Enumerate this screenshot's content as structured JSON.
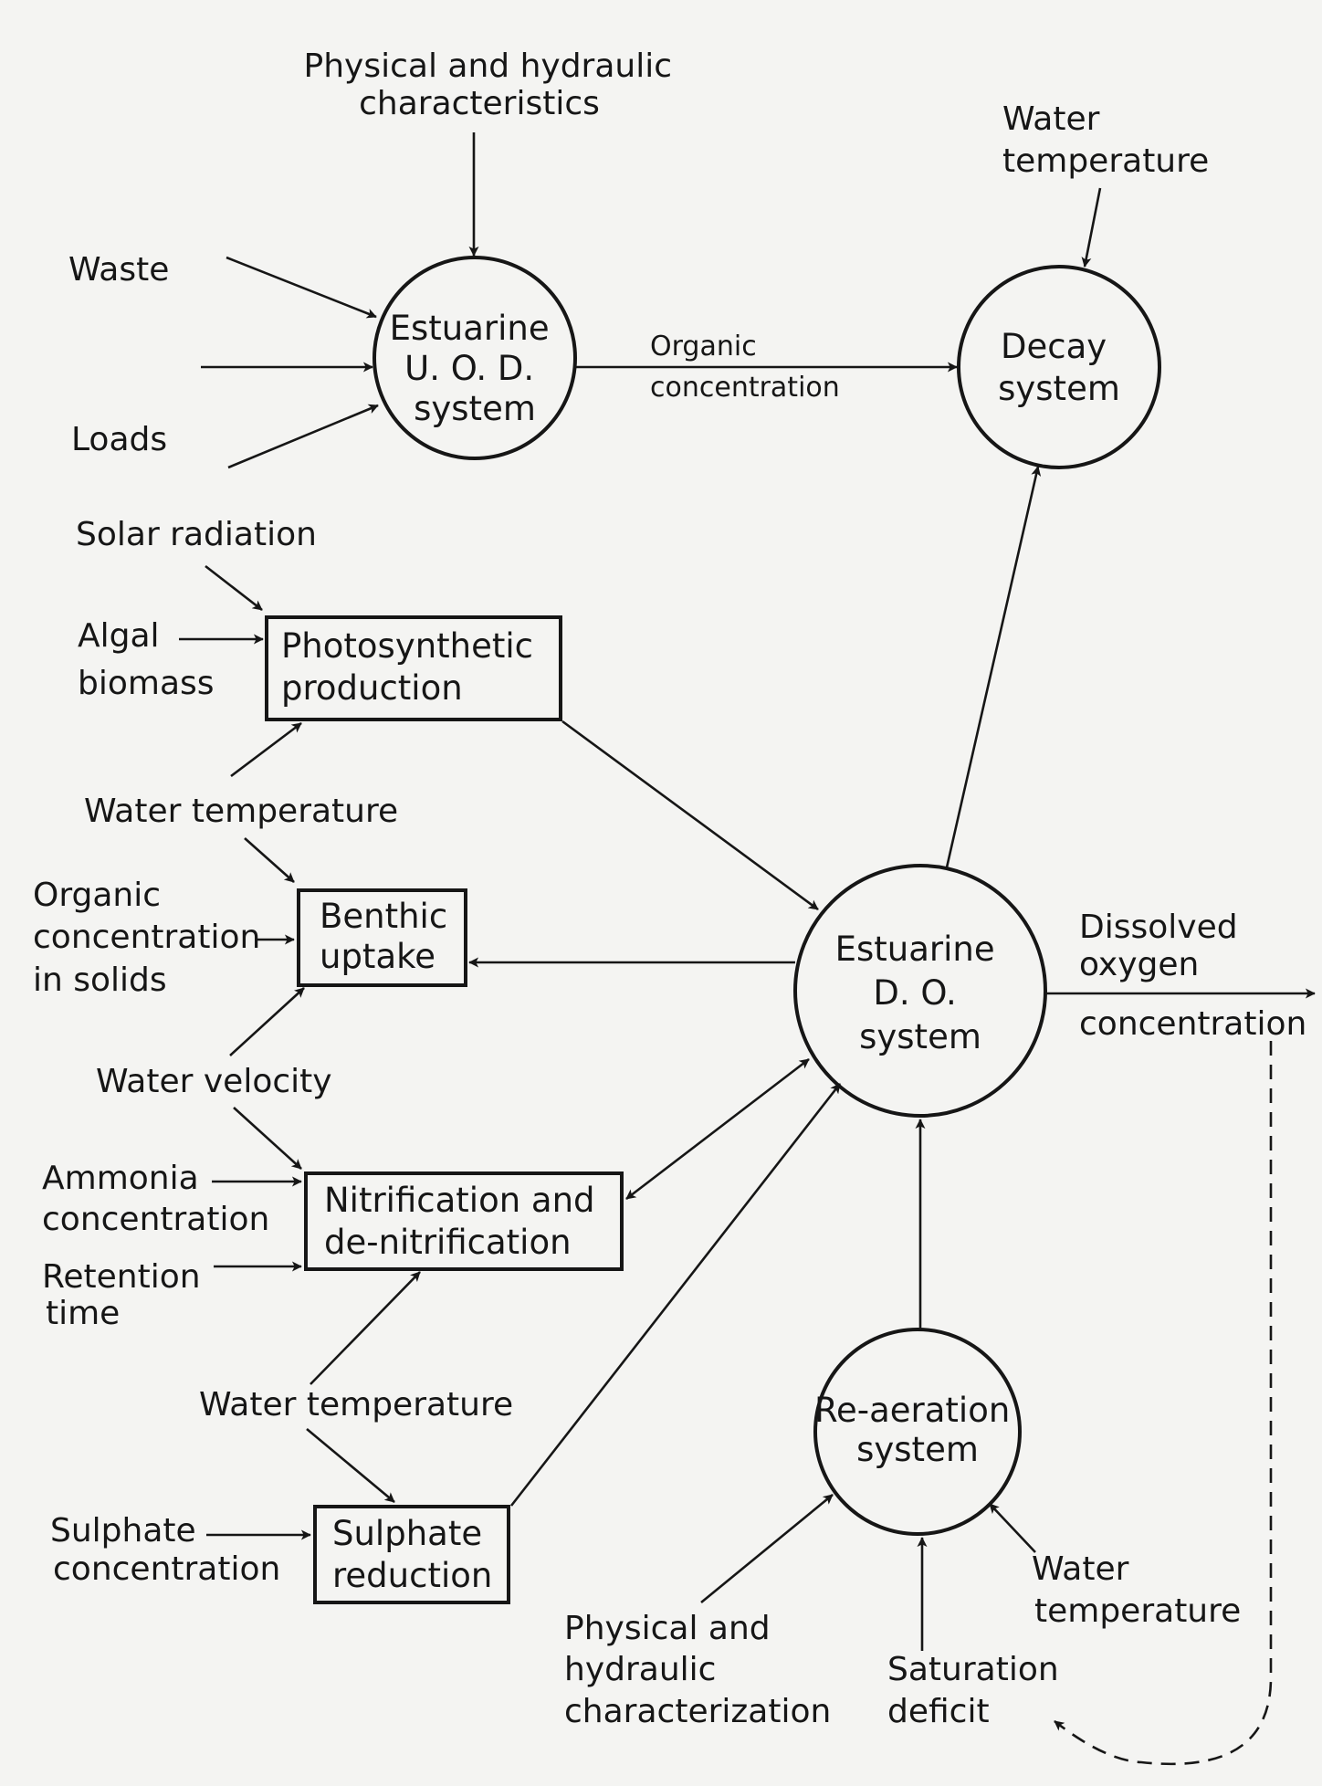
{
  "nodes": {
    "uod": [
      "Estuarine",
      "U. O. D.",
      "system"
    ],
    "decay": [
      "Decay",
      "system"
    ],
    "photo": [
      "Photosynthetic",
      "production"
    ],
    "benthic": [
      "Benthic",
      "uptake"
    ],
    "do": [
      "Estuarine",
      "D. O.",
      "system"
    ],
    "nitri": [
      "Nitrification and",
      "de-nitrification"
    ],
    "sulph": [
      "Sulphate",
      "reduction"
    ],
    "reaer": [
      "Re-aeration",
      "system"
    ]
  },
  "inputs": {
    "phys_hyd_top": [
      "Physical and hydraulic",
      "characteristics"
    ],
    "waste": "Waste",
    "loads": "Loads",
    "water_temp_decay": [
      "Water",
      "temperature"
    ],
    "solar": "Solar radiation",
    "algal": [
      "Algal",
      "biomass"
    ],
    "water_temp_photo": "Water temperature",
    "org_solids": [
      "Organic",
      "concentration",
      "in solids"
    ],
    "water_velocity": "Water velocity",
    "ammonia": [
      "Ammonia",
      "concentration"
    ],
    "retention": [
      "Retention",
      "time"
    ],
    "water_temp_mid": "Water temperature",
    "sulphate": [
      "Sulphate",
      "concentration"
    ],
    "phys_hyd_bottom": [
      "Physical and",
      "hydraulic",
      "characterization"
    ],
    "saturation": [
      "Saturation",
      "deficit"
    ],
    "water_temp_reaer": [
      "Water",
      "temperature"
    ]
  },
  "flows": {
    "organic_conc": [
      "Organic",
      "concentration"
    ]
  },
  "outputs": {
    "dissolved_oxygen": [
      "Dissolved",
      "oxygen",
      "concentration"
    ]
  }
}
